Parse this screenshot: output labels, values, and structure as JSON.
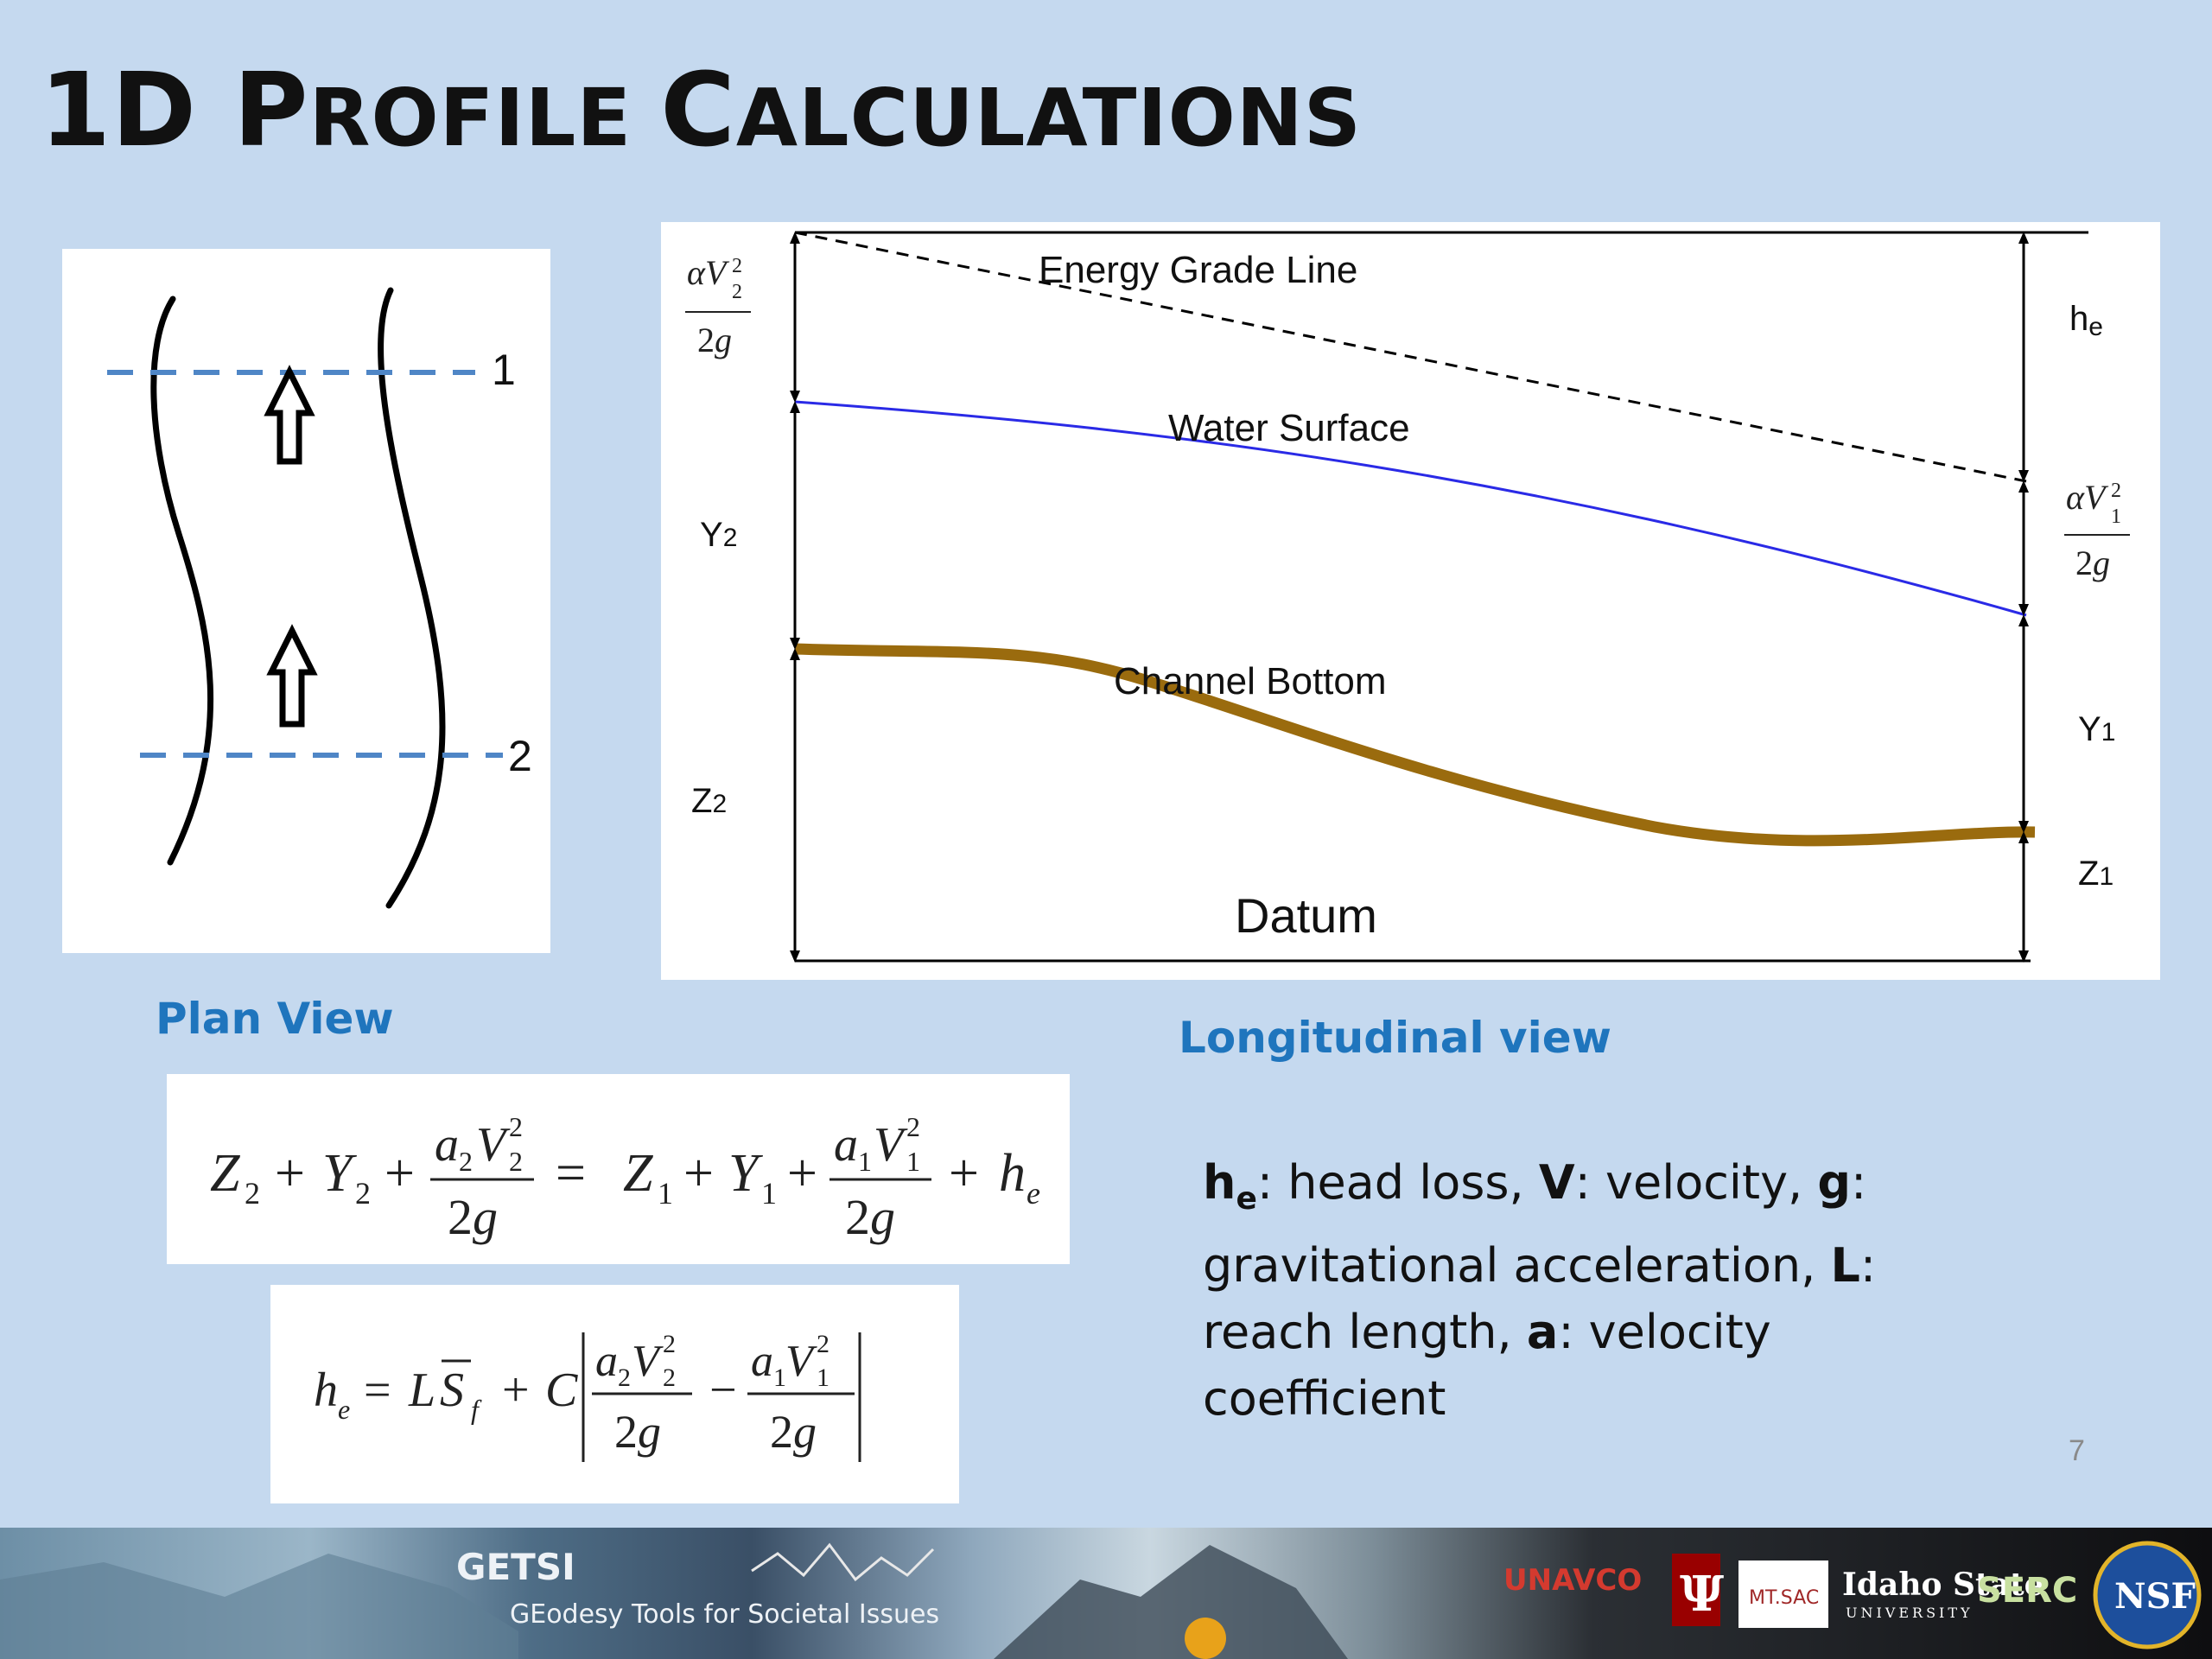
{
  "slide": {
    "title_first": "1D P",
    "title_rest1": "ROFILE ",
    "title_c": "C",
    "title_rest2": "ALCULATIONS",
    "page_number": "7"
  },
  "plan_view": {
    "caption": "Plan View",
    "section_1_label": "1",
    "section_2_label": "2"
  },
  "longitudinal_view": {
    "caption": "Longitudinal view",
    "energy_grade_line": "Energy Grade Line",
    "water_surface": "Water Surface",
    "channel_bottom": "Channel Bottom",
    "datum": "Datum",
    "he_label": "h",
    "he_sub": "e",
    "y2_label": "Y",
    "y2_sub": "2",
    "z2_label": "Z",
    "z2_sub": "2",
    "y1_label": "Y",
    "y1_sub": "1",
    "z1_label": "Z",
    "z1_sub": "1",
    "velocity_head_2": "αV₂²/2g",
    "velocity_head_1": "αV₁²/2g"
  },
  "equations": {
    "energy_equation": "Z₂ + Y₂ + a₂V₂²/2g = Z₁ + Y₁ + a₁V₁²/2g + hₑ",
    "head_loss_equation": "hₑ = LS̄f + C|a₂V₂²/2g − a₁V₁²/2g|"
  },
  "legend": {
    "he": "h",
    "he_sub": "e",
    "he_desc": ": head loss, ",
    "v": "V",
    "v_desc": ": velocity, ",
    "g": "g",
    "g_desc": ": gravitational acceleration, ",
    "l": "L",
    "l_desc": ": reach length, ",
    "a": "a",
    "a_desc": ": velocity coefficient"
  },
  "footer": {
    "getsi": "GETSI",
    "getsi_full": "GEodesy Tools for Societal Issues",
    "unavco": "UNAVCO",
    "mtsac": "MT.SAC",
    "idaho_state": "Idaho State",
    "university": "UNIVERSITY",
    "serc": "SERC",
    "nsf": "NSF"
  },
  "colors": {
    "background": "#c5d9ef",
    "caption_blue": "#1f75bd",
    "water_surface": "#2a2ae6",
    "channel_bottom": "#9a6b0e",
    "section_dash": "#4f86c6"
  }
}
